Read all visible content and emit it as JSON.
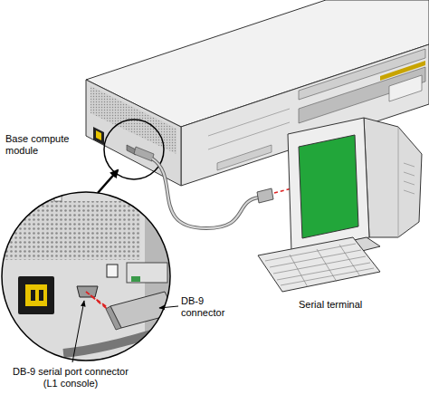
{
  "diagram": {
    "labels": [
      "Base compute module",
      "Serial terminal",
      "DB-9 connector",
      "DB-9 serial port connector (L1 console)"
    ]
  }
}
